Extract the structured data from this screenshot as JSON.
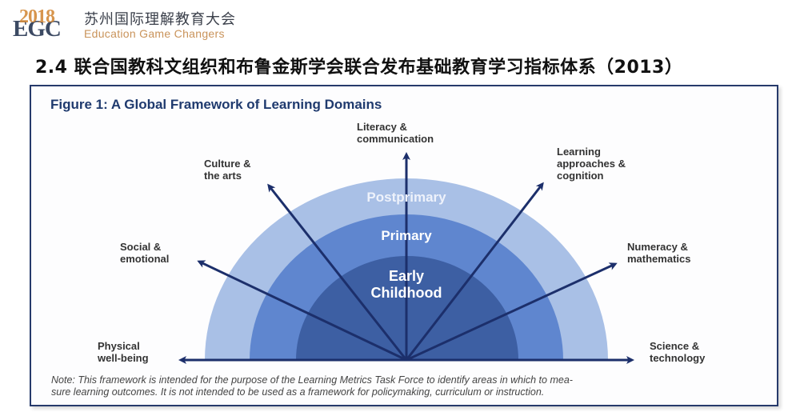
{
  "header": {
    "logo_year": "2018",
    "logo_letters": "EGC",
    "logo_cn": "苏州国际理解教育大会",
    "logo_en": "Education Game Changers"
  },
  "slide": {
    "title": "2.4 联合国教科文组织和布鲁金斯学会联合发布基础教育学习指标体系（2013）"
  },
  "figure": {
    "title": "Figure 1: A Global Framework of Learning Domains",
    "levels": [
      {
        "label": "Postprimary",
        "color": "#a9c0e6"
      },
      {
        "label": "Primary",
        "color": "#5f86cf"
      },
      {
        "label": "Early",
        "color": "#3d5fa3"
      },
      {
        "label": "Childhood",
        "color": "#3d5fa3"
      }
    ],
    "domains": [
      {
        "line1": "Physical",
        "line2": "well-being"
      },
      {
        "line1": "Social &",
        "line2": "emotional"
      },
      {
        "line1": "Culture &",
        "line2": "the arts"
      },
      {
        "line1": "Literacy &",
        "line2": "communication"
      },
      {
        "line1": "Learning",
        "line2": "approaches &",
        "line3": "cognition"
      },
      {
        "line1": "Numeracy &",
        "line2": "mathematics"
      },
      {
        "line1": "Science &",
        "line2": "technology"
      }
    ],
    "arrow_color": "#1c2f6b",
    "note_line1": "Note: This framework is intended for the purpose of the Learning Metrics Task Force to identify areas in which to mea-",
    "note_line2": "sure learning outcomes. It is not intended to be used as a framework for policymaking, curriculum or instruction."
  }
}
